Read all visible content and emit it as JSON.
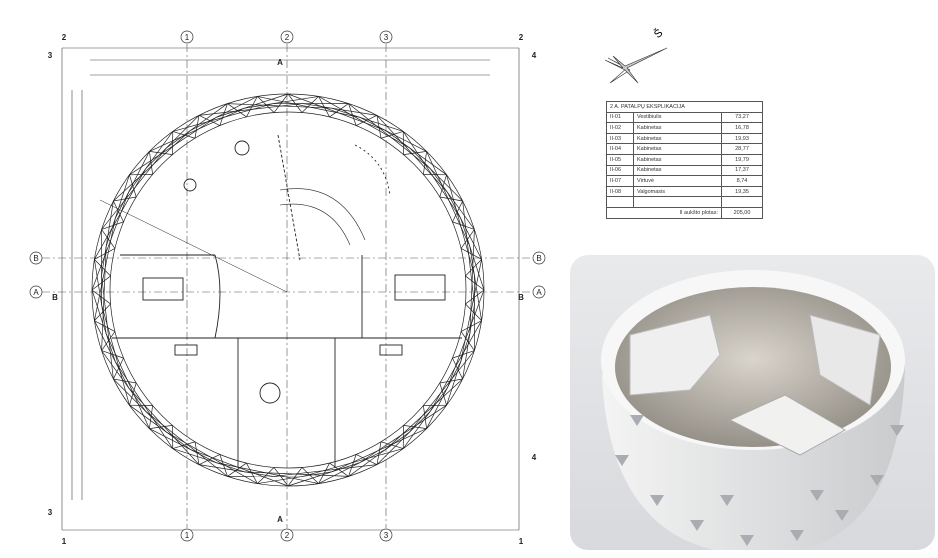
{
  "axes": {
    "vertical": [
      "1",
      "2",
      "3"
    ],
    "horizontal": [
      "B",
      "A"
    ],
    "corner_marks": [
      "2",
      "2",
      "3",
      "3",
      "4",
      "4",
      "1",
      "1"
    ],
    "section_marks": [
      "A",
      "A",
      "B",
      "B"
    ]
  },
  "compass": {
    "label": "Š",
    "icon": "north-arrow-icon"
  },
  "table": {
    "title": "2 A. PATALPŲ EKSPLIKACIJA",
    "rows": [
      {
        "id": "II-01",
        "name": "Vestibiulis",
        "area": "73,27"
      },
      {
        "id": "II-02",
        "name": "Kabinetas",
        "area": "16,78"
      },
      {
        "id": "II-03",
        "name": "Kabinetas",
        "area": "19,93"
      },
      {
        "id": "II-04",
        "name": "Kabinetas",
        "area": "28,77"
      },
      {
        "id": "II-05",
        "name": "Kabinetas",
        "area": "19,79"
      },
      {
        "id": "II-06",
        "name": "Kabinetas",
        "area": "17,37"
      },
      {
        "id": "II-07",
        "name": "Virtuvė",
        "area": "8,74"
      },
      {
        "id": "II-08",
        "name": "Valgomasis",
        "area": "19,35"
      }
    ],
    "total_label": "II aukšto plotas:",
    "total_value": "205,00"
  },
  "colors": {
    "line": "#333333",
    "grid": "#555555",
    "render_bg": "#dfe1e3"
  }
}
